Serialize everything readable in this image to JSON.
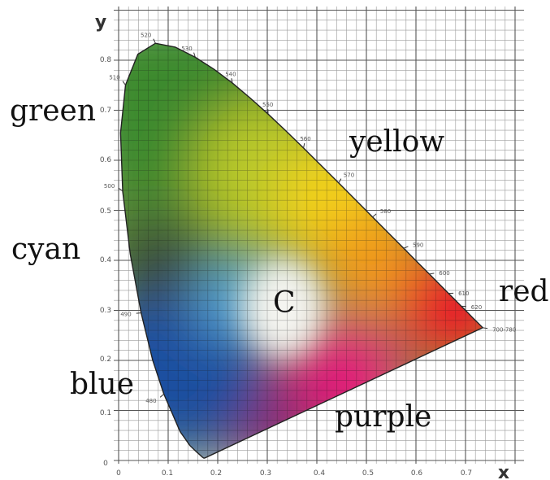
{
  "diagram": {
    "x_axis_letter": "x",
    "y_axis_letter": "y",
    "x_ticks": [
      "0",
      "0.1",
      "0.2",
      "0.3",
      "0.4",
      "0.5",
      "0.6",
      "0.7"
    ],
    "y_ticks": [
      "0",
      "0.1",
      "0.2",
      "0.3",
      "0.4",
      "0.5",
      "0.6",
      "0.7",
      "0.8"
    ],
    "region_labels": {
      "green": "green",
      "yellow": "yellow",
      "cyan": "cyan",
      "red": "red",
      "white_point": "C",
      "blue": "blue",
      "purple": "purple"
    },
    "locus_wavelengths": [
      {
        "nm": "480",
        "x": 0.0913,
        "y": 0.1327
      },
      {
        "nm": "490",
        "x": 0.0454,
        "y": 0.295
      },
      {
        "nm": "500",
        "x": 0.0082,
        "y": 0.5384
      },
      {
        "nm": "510",
        "x": 0.0139,
        "y": 0.7502
      },
      {
        "nm": "520",
        "x": 0.0743,
        "y": 0.8338
      },
      {
        "nm": "530",
        "x": 0.1547,
        "y": 0.8059
      },
      {
        "nm": "540",
        "x": 0.2296,
        "y": 0.7543
      },
      {
        "nm": "550",
        "x": 0.3016,
        "y": 0.6923
      },
      {
        "nm": "560",
        "x": 0.3731,
        "y": 0.6245
      },
      {
        "nm": "570",
        "x": 0.4441,
        "y": 0.5547
      },
      {
        "nm": "580",
        "x": 0.5125,
        "y": 0.4866
      },
      {
        "nm": "590",
        "x": 0.5752,
        "y": 0.4242
      },
      {
        "nm": "600",
        "x": 0.627,
        "y": 0.3725
      },
      {
        "nm": "610",
        "x": 0.6658,
        "y": 0.334
      },
      {
        "nm": "620",
        "x": 0.6915,
        "y": 0.3083
      },
      {
        "nm": "700-780",
        "x": 0.7347,
        "y": 0.2653
      }
    ],
    "colors": {
      "green": "#3d8a2e",
      "yellow": "#f2d21c",
      "orange": "#f29a1c",
      "red": "#e8142c",
      "magenta": "#e01e78",
      "blue": "#1b4fa0",
      "cyan_dark": "#3a4a3a",
      "white": "#f4f4f0"
    }
  }
}
